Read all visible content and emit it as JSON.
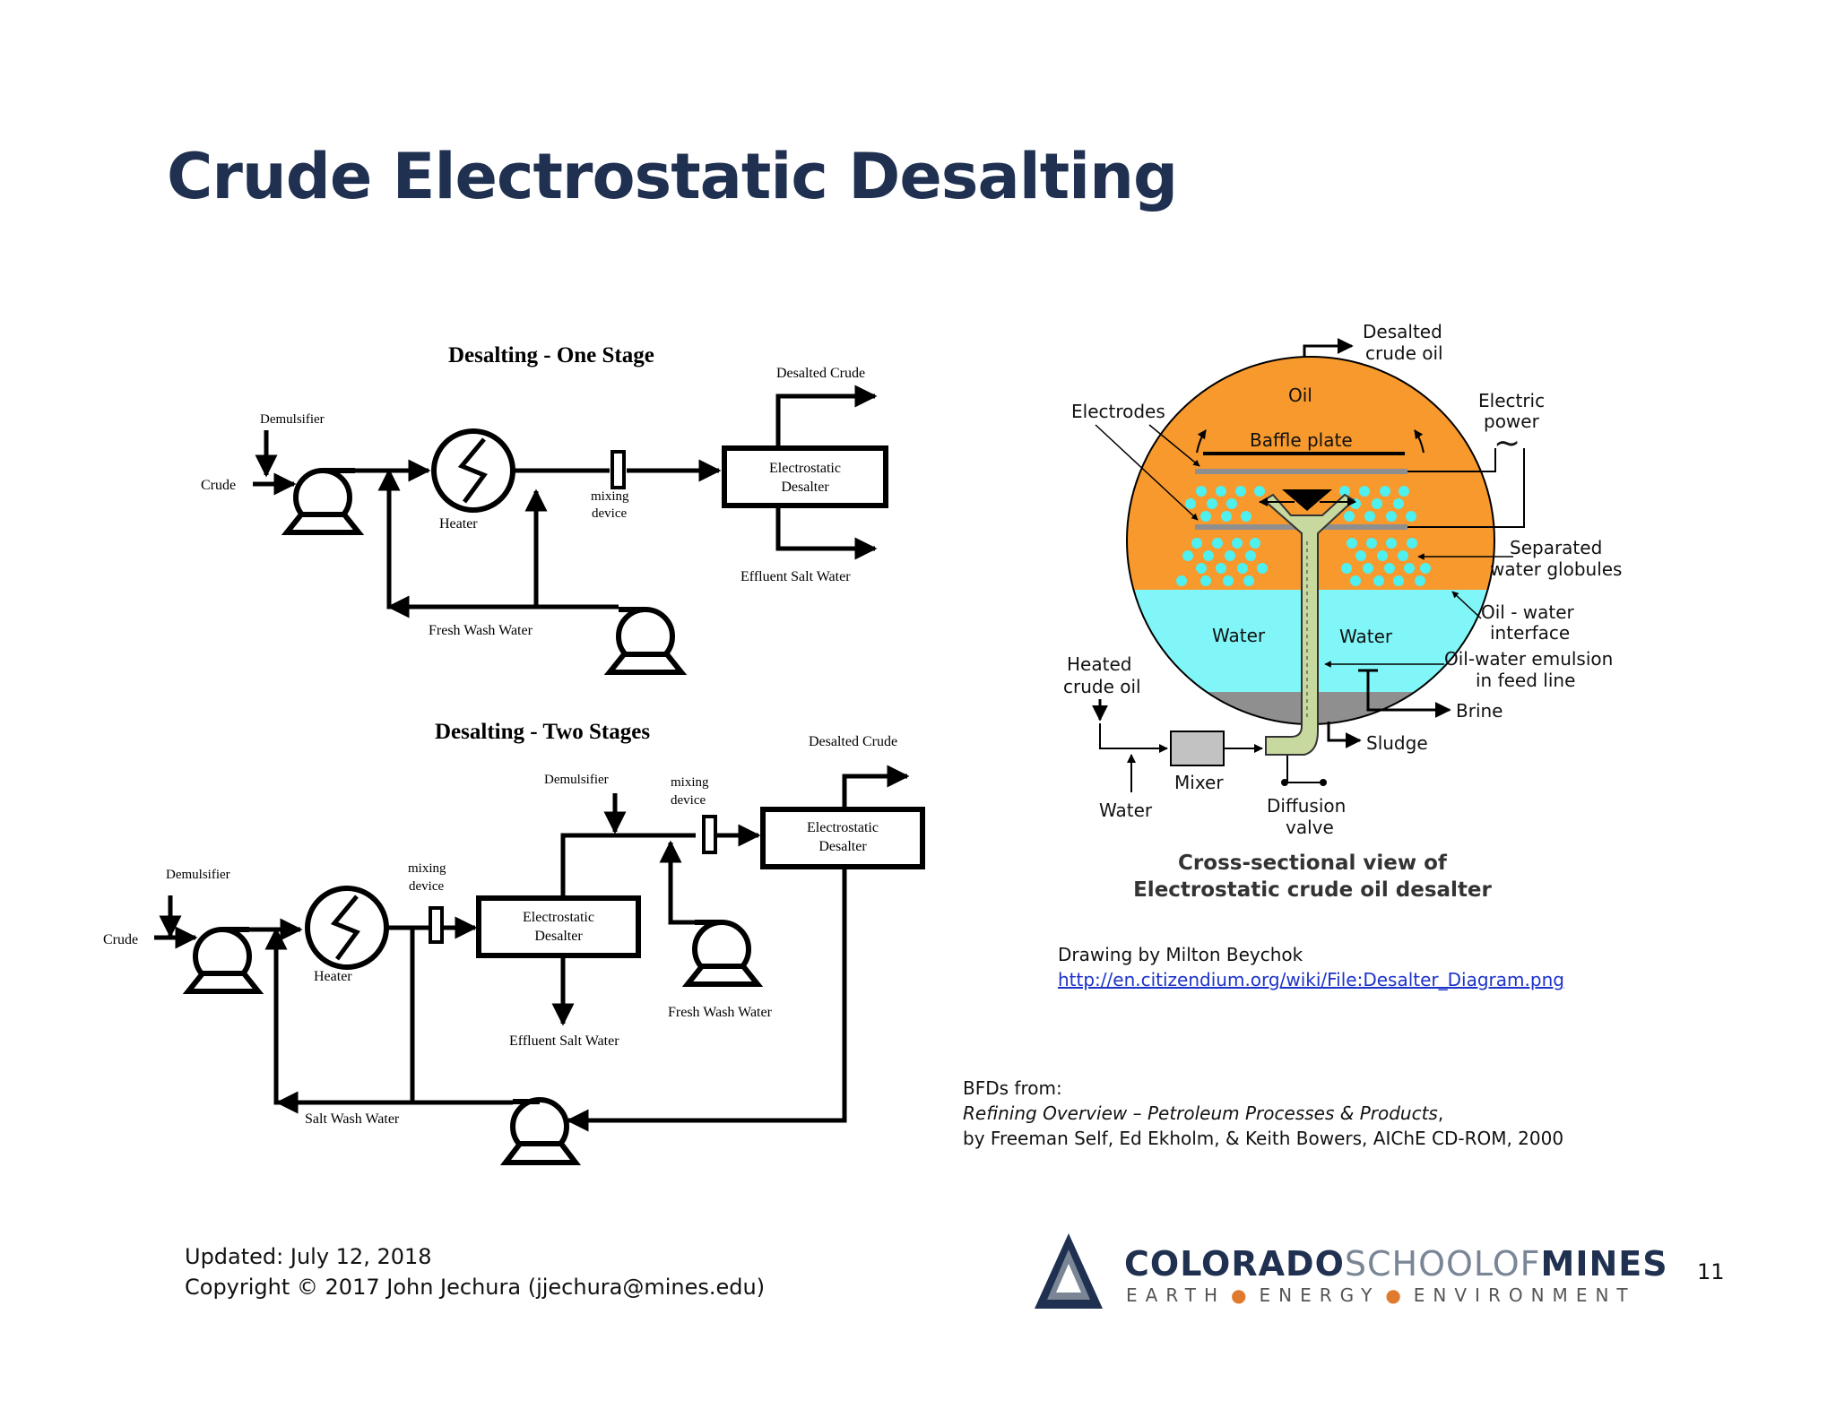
{
  "slide": {
    "title": "Crude Electrostatic Desalting",
    "page_number": "11",
    "updated": "Updated: July 12, 2018",
    "copyright": "Copyright © 2017 John Jechura (jjechura@mines.edu)"
  },
  "one_stage": {
    "title": "Desalting - One Stage",
    "demulsifier": "Demulsifier",
    "crude": "Crude",
    "heater": "Heater",
    "mixing_1": "mixing",
    "mixing_2": "device",
    "desalter_1": "Electrostatic",
    "desalter_2": "Desalter",
    "desalted_crude": "Desalted Crude",
    "effluent": "Effluent Salt Water",
    "fresh_wash": "Fresh Wash Water"
  },
  "two_stage": {
    "title": "Desalting - Two Stages",
    "demulsifier_a": "Demulsifier",
    "demulsifier_b": "Demulsifier",
    "crude": "Crude",
    "heater": "Heater",
    "mixing_a1": "mixing",
    "mixing_a2": "device",
    "mixing_b1": "mixing",
    "mixing_b2": "device",
    "desalter_a1": "Electrostatic",
    "desalter_a2": "Desalter",
    "desalter_b1": "Electrostatic",
    "desalter_b2": "Desalter",
    "desalted_crude": "Desalted Crude",
    "effluent": "Effluent Salt Water",
    "fresh_wash": "Fresh Wash Water",
    "salt_wash": "Salt Wash Water"
  },
  "cross_section": {
    "desalted_1": "Desalted",
    "desalted_2": "crude oil",
    "oil": "Oil",
    "electrodes": "Electrodes",
    "baffle": "Baffle plate",
    "electric_1": "Electric",
    "electric_2": "power",
    "tilde": "~",
    "separated_1": "Separated",
    "separated_2": "water globules",
    "interface_1": "Oil - water",
    "interface_2": "interface",
    "emulsion_1": "Oil-water emulsion",
    "emulsion_2": "in feed line",
    "water_left": "Water",
    "water_right": "Water",
    "heated_1": "Heated",
    "heated_2": "crude oil",
    "brine": "Brine",
    "sludge": "Sludge",
    "mixer": "Mixer",
    "water_in": "Water",
    "diffusion_1": "Diffusion",
    "diffusion_2": "valve",
    "caption_1": "Cross-sectional view of",
    "caption_2": "Electrostatic crude oil desalter",
    "colors": {
      "oil": "#f7992d",
      "water": "#80f6f8",
      "globule": "#4ff0f0",
      "pipe": "#c7d99e",
      "sludge": "#8f8f8f"
    }
  },
  "credits": {
    "drawing_by": "Drawing by Milton Beychok",
    "url": "http://en.citizendium.org/wiki/File:Desalter_Diagram.png",
    "bfds_from": "BFDs from:",
    "book": "Refining Overview – Petroleum Processes & Products",
    "book_comma": ",",
    "authors": "by Freeman Self, Ed Ekholm, & Keith Bowers, AIChE CD-ROM, 2000"
  },
  "logo": {
    "word_colorado": "COLORADO",
    "word_school": "SCHOOLOF",
    "word_mines": "MINES",
    "tag_earth": "EARTH",
    "tag_energy": "ENERGY",
    "tag_environment": "ENVIRONMENT",
    "colors": {
      "navy": "#1f3050",
      "gray": "#7a8696",
      "orange": "#e07a2e"
    }
  }
}
